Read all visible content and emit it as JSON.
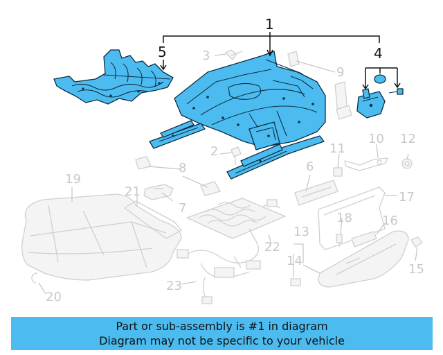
{
  "callouts": {
    "c1": "1",
    "c2": "2",
    "c3": "3",
    "c4": "4",
    "c5": "5",
    "c6": "6",
    "c7": "7",
    "c8": "8",
    "c9": "9",
    "c10": "10",
    "c11": "11",
    "c12": "12",
    "c13": "13",
    "c14": "14",
    "c15": "15",
    "c16": "16",
    "c17": "17",
    "c18": "18",
    "c19": "19",
    "c20": "20",
    "c21": "21",
    "c22": "22",
    "c23": "23"
  },
  "highlighted_part": "1",
  "colors": {
    "highlight": "#4cbcf0",
    "outline": "#0c2d44",
    "ghost": "#cfcfcf"
  },
  "banner": {
    "line1": "Part or sub-assembly is #1 in diagram",
    "line2": "Diagram may not be specific to your vehicle"
  }
}
